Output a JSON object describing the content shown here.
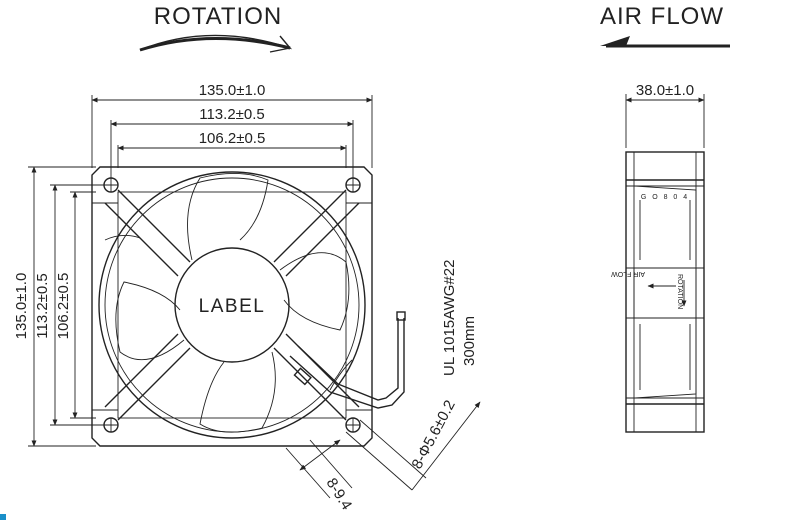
{
  "titles": {
    "rotation": "ROTATION",
    "air_flow": "AIR FLOW"
  },
  "front_view": {
    "width_outer": "135.0±1.0",
    "width_hole_spacing": "113.2±0.5",
    "width_inner": "106.2±0.5",
    "height_outer": "135.0±1.0",
    "height_hole_spacing": "113.2±0.5",
    "height_inner": "106.2±0.5",
    "hub_label": "LABEL",
    "wire_spec": "UL 1015AWG#22",
    "wire_length": "300mm",
    "hole_spec": "8-Φ5.6±0.2",
    "slot_spec": "8-9.4"
  },
  "side_view": {
    "depth": "38.0±1.0",
    "stamp_code": "G O 8 0 4",
    "airflow_mark": "AIR FLOW",
    "rotation_mark": "ROTATION"
  }
}
